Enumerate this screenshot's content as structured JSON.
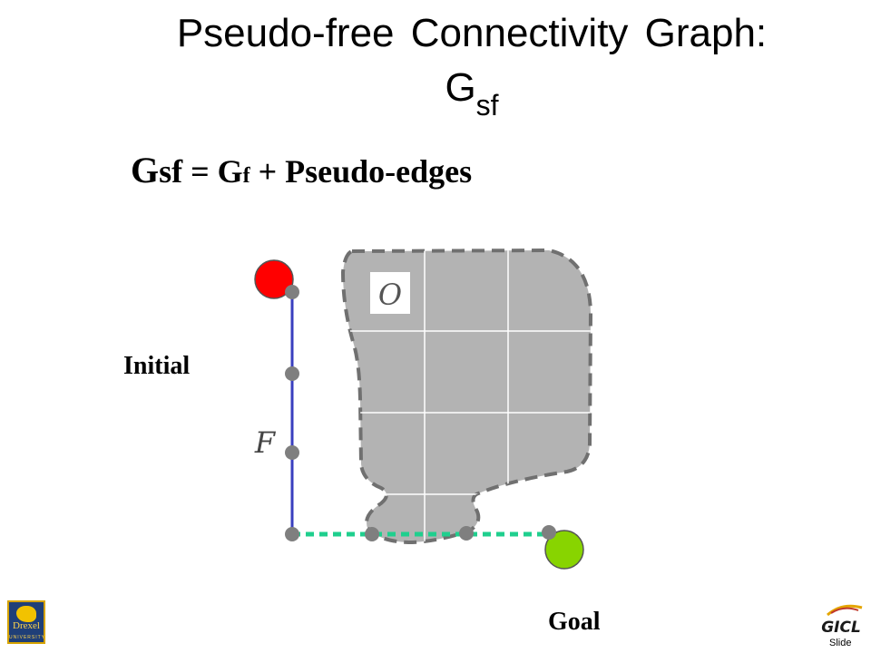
{
  "title": {
    "line1": "Pseudo-free Connectivity Graph:",
    "main": "G",
    "subscript": "sf"
  },
  "equation": {
    "g1": "G",
    "sub1": "sf",
    "eq": " = G",
    "sub2": "f",
    "rest": " + Pseudo-edges"
  },
  "labels": {
    "initial": "Initial",
    "goal": "Goal",
    "obstacle_symbol": "O",
    "free_symbol": "F"
  },
  "logos": {
    "drexel_text": "Drexel",
    "drexel_sub": "UNIVERSITY",
    "gicl_text": "GICL"
  },
  "footer": {
    "slide": "Slide"
  },
  "colors": {
    "obstacle_fill": "#b3b3b3",
    "obstacle_border": "#707070",
    "free_edge": "#3a3fbf",
    "pseudo_edge": "#1fcf8e",
    "node": "#7f7f7f",
    "initial": "#ff0000",
    "goal": "#88d400"
  }
}
